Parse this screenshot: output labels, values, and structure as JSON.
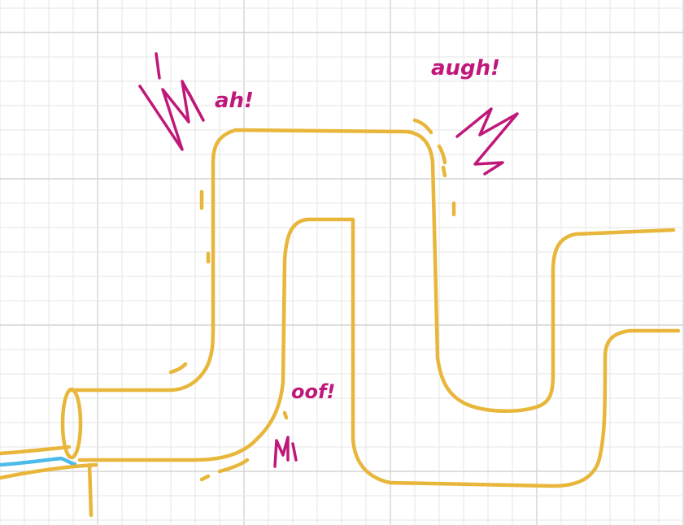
{
  "colors": {
    "grid_minor": "#e6e6e6",
    "grid_major": "#d4d4d4",
    "pipe": "#e8b63a",
    "exclamation": "#c0187a",
    "water": "#4dbbea",
    "background": "#ffffff"
  },
  "exclamations": [
    {
      "id": "ah",
      "text": "ah!"
    },
    {
      "id": "augh",
      "text": "augh!"
    },
    {
      "id": "oof",
      "text": "oof!"
    }
  ]
}
